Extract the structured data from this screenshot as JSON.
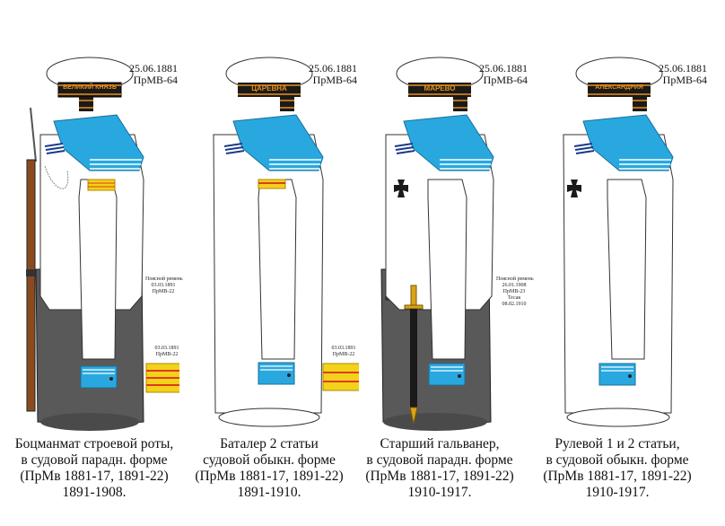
{
  "figures": [
    {
      "date": "25.06.1881",
      "order": "ПрМВ-64",
      "cap_ribbon": "ВЕЛИКИЙ КНЯЗЬ",
      "caption": [
        "Боцманмат строевой роты,",
        "в судовой парадн. форме",
        "(ПрМв 1881-17, 1891-22)",
        "1891-1908."
      ],
      "note_belt": [
        "Поясной ремень",
        "03.03.1891",
        "ПрМВ-22"
      ],
      "note_strap": [
        "03.03.1891",
        "ПрМВ-22"
      ]
    },
    {
      "date": "25.06.1881",
      "order": "ПрМВ-64",
      "cap_ribbon": "ЦАРЕВНА",
      "caption": [
        "Баталер 2 статьи",
        "судовой обыкн. форме",
        "(ПрМв 1881-17, 1891-22)",
        "1891-1910."
      ],
      "note_strap": [
        "03.03.1891",
        "ПрМВ-22"
      ]
    },
    {
      "date": "25.06.1881",
      "order": "ПрМВ-64",
      "cap_ribbon": "МАРЕВО",
      "caption": [
        "Старший гальванер,",
        "в судовой парадн. форме",
        "(ПрМв 1881-17, 1891-22)",
        "1910-1917."
      ],
      "note_belt": [
        "Поясной ремень",
        "26.01.1908",
        "ПрМВ-23",
        "Тесак",
        "08.02.1910"
      ]
    },
    {
      "date": "25.06.1881",
      "order": "ПрМВ-64",
      "cap_ribbon": "АЛЕКСАНДРИЯ",
      "caption": [
        "Рулевой 1 и 2 статьи,",
        "в судовой обыкн. форме",
        "(ПрМв 1881-17, 1891-22)",
        "1910-1917."
      ]
    }
  ],
  "colors": {
    "collar_blue": "#29a8e0",
    "ribbon_black": "#1a1a1a",
    "ribbon_orange": "#e8901c",
    "stripe_yellow": "#f2d21a",
    "stripe_red": "#e03a1a",
    "trousers": "#595959",
    "belt": "#6b4a2a"
  }
}
